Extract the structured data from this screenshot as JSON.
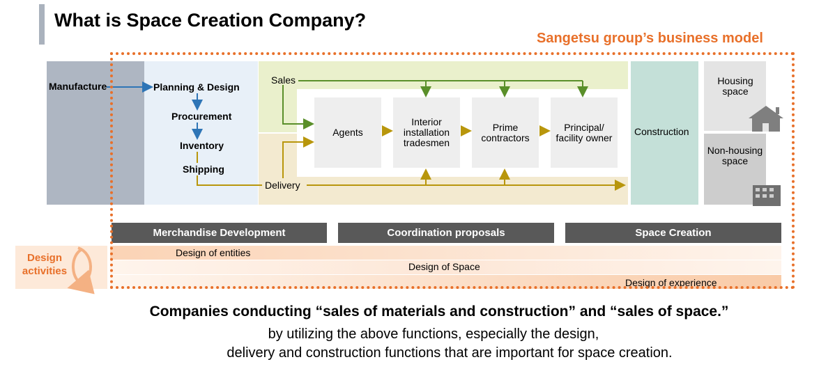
{
  "header": {
    "title": "What is Space Creation Company?",
    "group_label": "Sangetsu group’s business model"
  },
  "flow": {
    "manufacture": "Manufacture",
    "planning": "Planning & Design",
    "procurement": "Procurement",
    "inventory": "Inventory",
    "shipping": "Shipping",
    "sales": "Sales",
    "delivery": "Delivery",
    "agents": "Agents",
    "interior": "Interior installation tradesmen",
    "prime": "Prime contractors",
    "principal": "Principal/ facility owner",
    "construction": "Construction",
    "housing": "Housing space",
    "nonhousing": "Non-housing space"
  },
  "bars": {
    "merch": "Merchandise Development",
    "coord": "Coordination proposals",
    "space": "Space Creation"
  },
  "design": {
    "label": "Design activities",
    "entities": "Design of entities",
    "space": "Design of Space",
    "experience": "Design of experience"
  },
  "footer": {
    "headline": "Companies conducting “sales of materials and construction” and “sales of space.”",
    "line1": "by utilizing the above functions, especially the design,",
    "line2": "delivery and construction functions that are important for space creation."
  },
  "colors": {
    "accent": "#e8702a",
    "sales_arrow": "#5a8f2a",
    "delivery_arrow": "#b8960c",
    "internal_arrow": "#2e75b6"
  },
  "icons": [
    "house-icon",
    "building-icon",
    "cycle-arrow-icon"
  ]
}
